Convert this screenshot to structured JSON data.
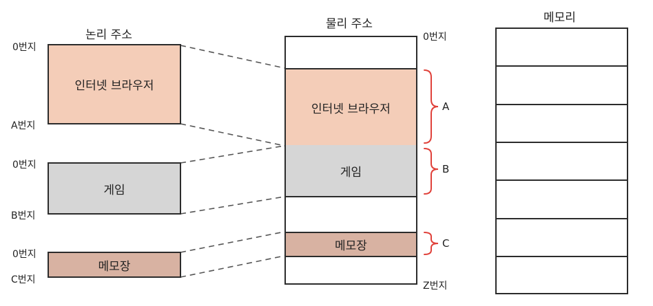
{
  "colors": {
    "browser": "#f4cdb8",
    "game": "#d6d6d6",
    "notepad": "#d8b2a2",
    "outline": "#2b2b2b",
    "brace": "#e0413a"
  },
  "logical": {
    "title": "논리 주소",
    "blocks": [
      {
        "label": "인터넷 브라우저",
        "start": "0번지",
        "end": "A번지"
      },
      {
        "label": "게임",
        "start": "0번지",
        "end": "B번지"
      },
      {
        "label": "메모장",
        "start": "0번지",
        "end": "C번지"
      }
    ]
  },
  "physical": {
    "title": "물리 주소",
    "top_addr": "0번지",
    "bottom_addr": "Z번지",
    "segments": [
      {
        "label": "인터넷 브라우저",
        "brace": "A"
      },
      {
        "label": "게임",
        "brace": "B"
      },
      {
        "label": "메모장",
        "brace": "C"
      }
    ]
  },
  "memory": {
    "title": "메모리"
  }
}
